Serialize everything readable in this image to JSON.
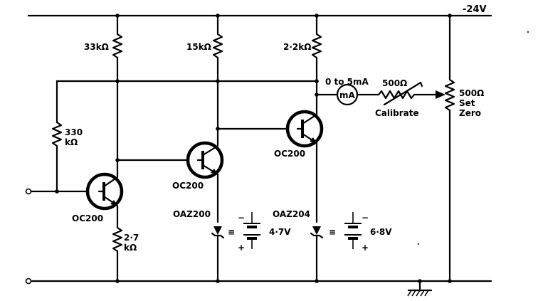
{
  "supply": {
    "label": "-24V"
  },
  "resistors": {
    "r1": "33kΩ",
    "r2": "15kΩ",
    "r3": "2·2kΩ",
    "r4_top": "330",
    "r4_bottom": "kΩ",
    "r5_top": "2·7",
    "r5_bottom": "kΩ",
    "cal_value": "500Ω",
    "cal_label": "Calibrate",
    "zero_value": "500Ω",
    "zero_l1": "Set",
    "zero_l2": "Zero"
  },
  "meter": {
    "symbol": "mA",
    "range": "0 to 5mA"
  },
  "transistors": {
    "t1": "OC200",
    "t2": "OC200",
    "t3": "OC200"
  },
  "zeners": {
    "z1": "OAZ200",
    "z1_equiv": "4·7V",
    "z2": "OAZ204",
    "z2_equiv": "6·8V",
    "equiv_symbol": "≡",
    "minus": "−",
    "plus": "+"
  }
}
